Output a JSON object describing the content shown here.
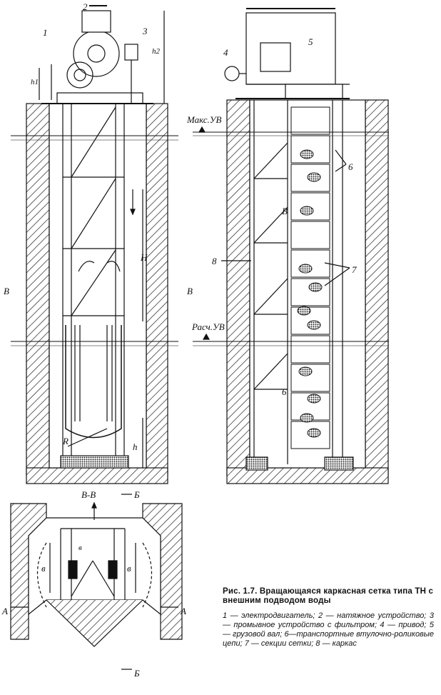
{
  "caption": {
    "title": "Рис. 1.7. Вращающаяся каркасная сетка типа ТН с внешним подводом воды",
    "legend": "1 — электродвигатель; 2 — натяжное устройство; 3 — промывное устройство с фильтром; 4 — привод; 5 — грузовой вал; 6—транспортные втулочно-роликовые цепи; 7 — секции сетки; 8 — каркас"
  },
  "labels": {
    "n1": "1",
    "n2": "2",
    "n3": "3",
    "n4": "4",
    "n5": "5",
    "n6a": "6",
    "n6b": "6",
    "n7": "7",
    "n8": "8",
    "h1": "h1",
    "h2": "h2",
    "H": "H",
    "h": "h",
    "R": "R",
    "max_level": "Макс.УВ",
    "calc_level": "Расч.УВ",
    "sec_B_left": "В",
    "sec_B_right": "В",
    "section_BB": "В-В",
    "sec_b_top": "Б",
    "sec_b_bottom": "Б",
    "sec_A_left": "А",
    "sec_A_right": "А",
    "dim_v1": "в",
    "dim_v2": "В",
    "dim_v3": "в",
    "dim_v4": "в"
  }
}
